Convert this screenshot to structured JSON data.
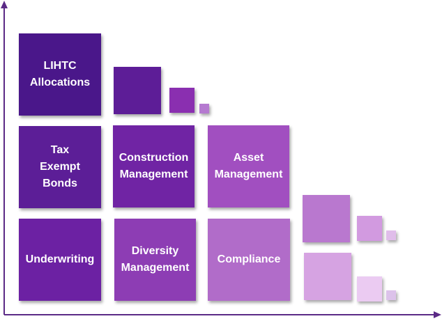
{
  "boxes": {
    "lihtc_allocations": {
      "label": "LIHTC\nAllocations",
      "color": "#4a178a"
    },
    "tax_exempt_bonds": {
      "label": "Tax\nExempt\nBonds",
      "color": "#5c1e97"
    },
    "construction_management": {
      "label": "Construction\nManagement",
      "color": "#7024a4"
    },
    "asset_management": {
      "label": "Asset\nManagement",
      "color": "#a14fc0"
    },
    "underwriting": {
      "label": "Underwriting",
      "color": "#6c21a3"
    },
    "diversity_management": {
      "label": "Diversity\nManagement",
      "color": "#8d3db4"
    },
    "compliance": {
      "label": "Compliance",
      "color": "#b16cc9"
    }
  },
  "squares": {
    "row1_a": "#5d1d97",
    "row1_b": "#8a2fb0",
    "row1_c": "#b57ad0",
    "row3_a": "#b978cf",
    "row3_b": "#d29ae0",
    "row3_c": "#e0bdea",
    "row4_a": "#d6a3e2",
    "row4_b": "#ebcbf2",
    "row4_c": "#dcc2ea"
  },
  "axis_color": "#5b2a86"
}
